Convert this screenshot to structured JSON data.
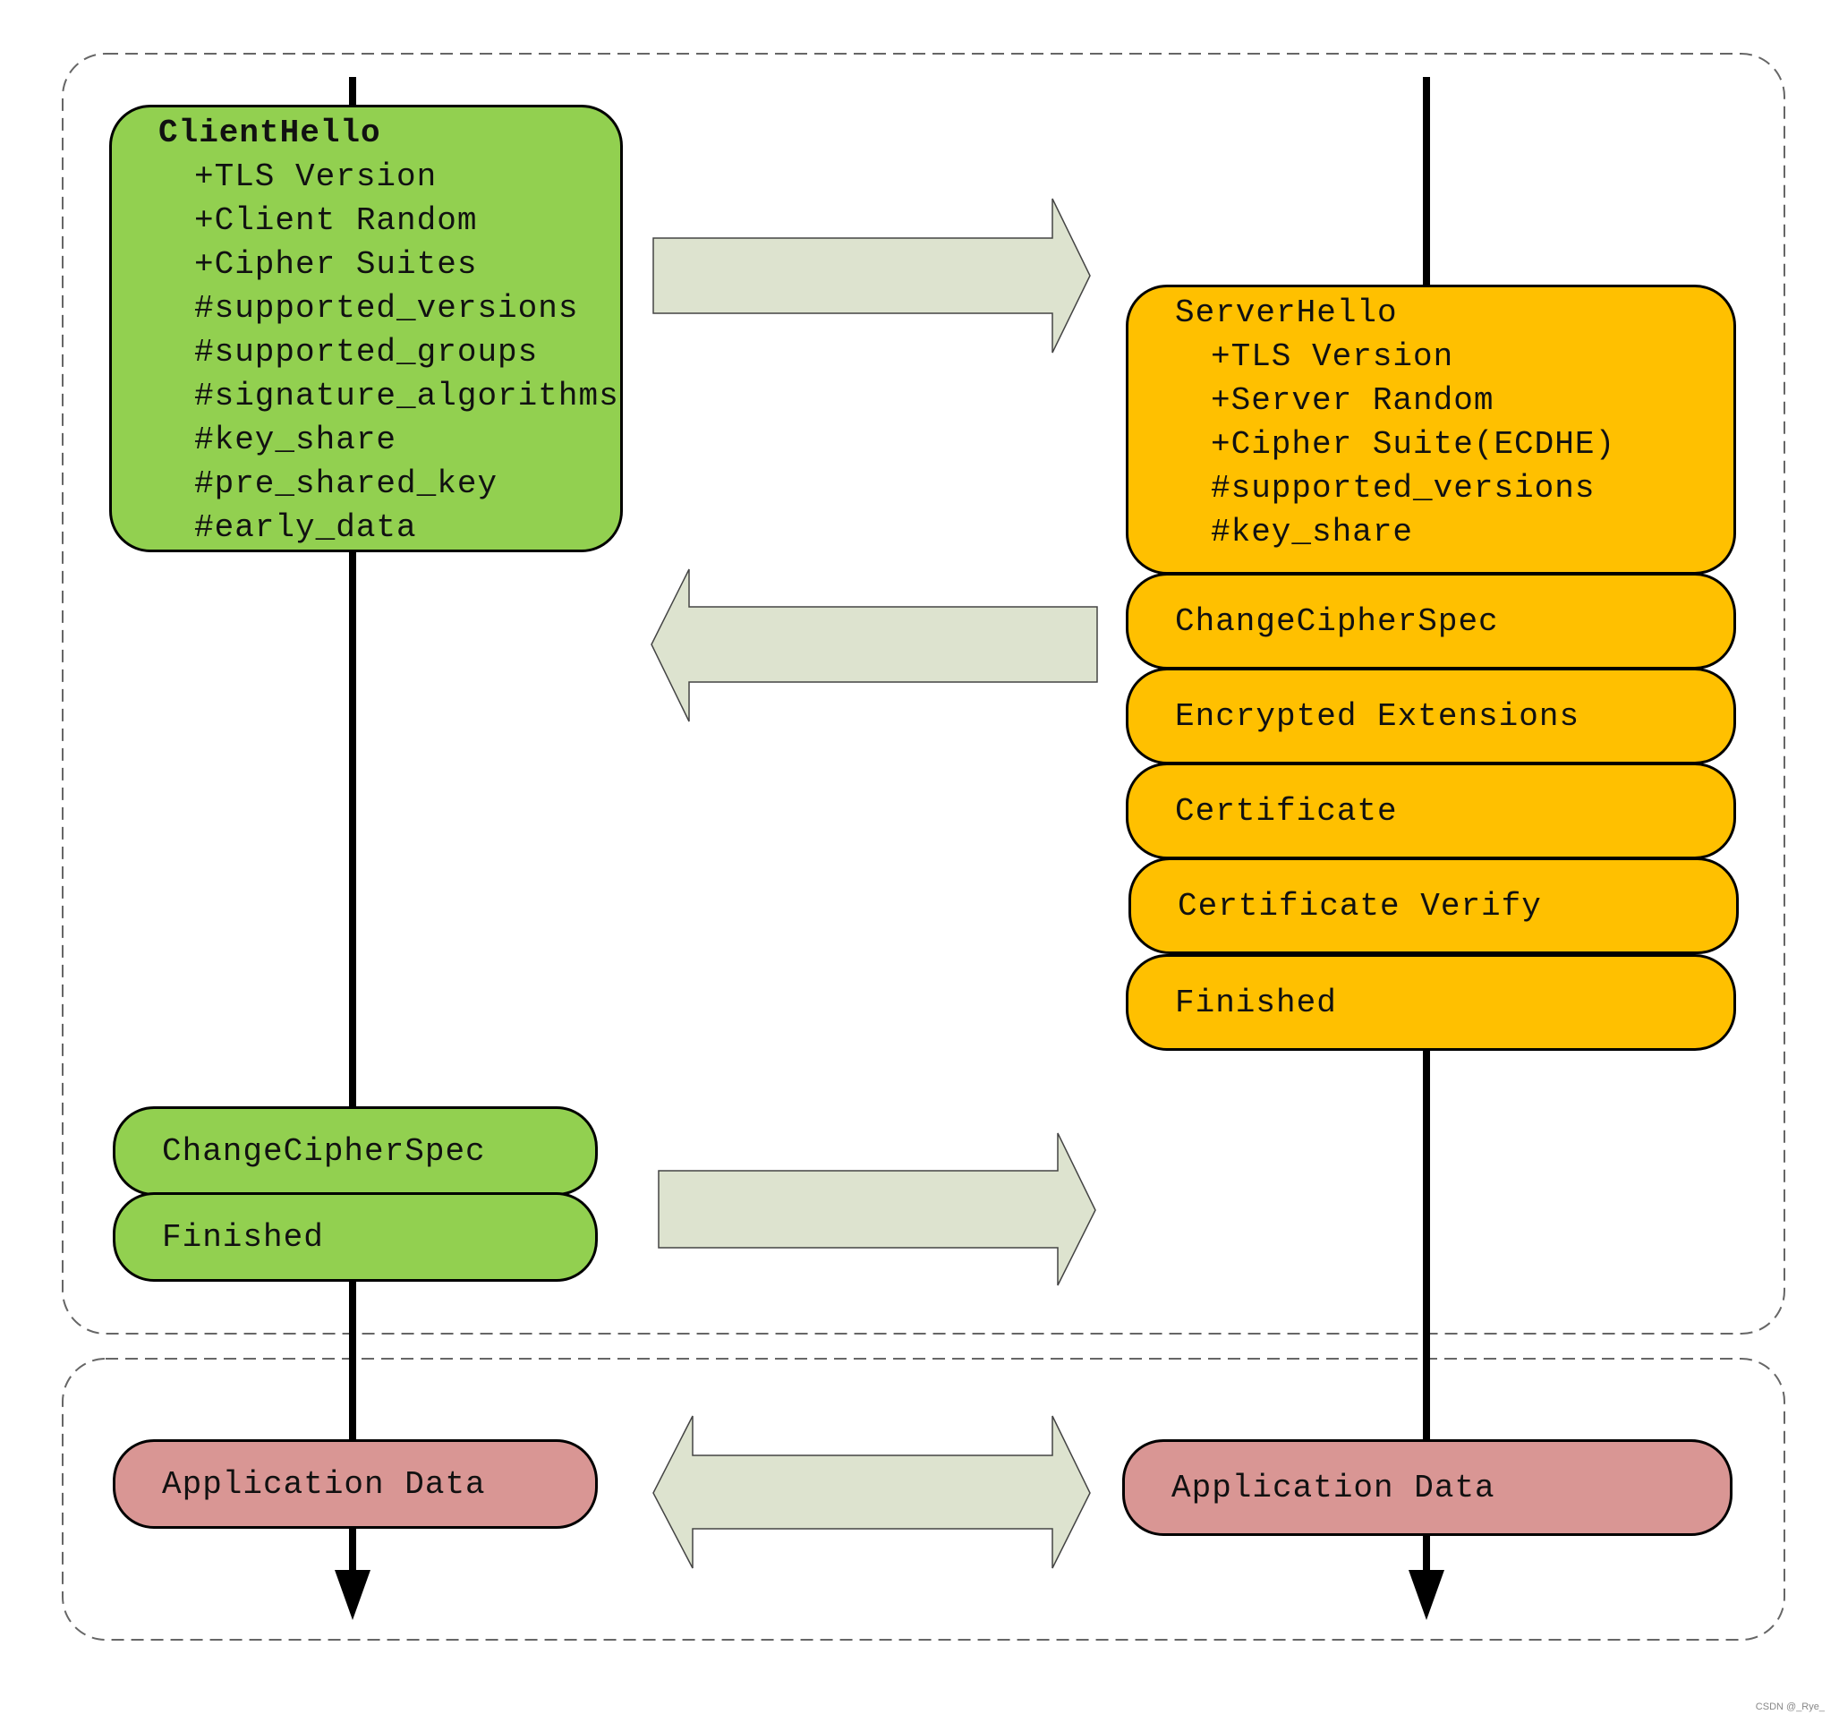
{
  "client_hello": {
    "title": "ClientHello",
    "items": [
      "+TLS Version",
      "+Client Random",
      "+Cipher Suites",
      "#supported_versions",
      "#supported_groups",
      "#signature_algorithms",
      "#key_share",
      "#pre_shared_key",
      "#early_data"
    ]
  },
  "server_hello": {
    "title": "ServerHello",
    "items": [
      "+TLS Version",
      "+Server Random",
      "+Cipher Suite(ECDHE)",
      "#supported_versions",
      "#key_share"
    ]
  },
  "server_messages": [
    "ChangeCipherSpec",
    "Encrypted Extensions",
    "Certificate",
    "Certificate Verify",
    "Finished"
  ],
  "client_messages": [
    "ChangeCipherSpec",
    "Finished"
  ],
  "application_data": {
    "client": "Application Data",
    "server": "Application Data"
  },
  "watermark": "CSDN @_Rye_",
  "colors": {
    "client": "#92d050",
    "server": "#ffc000",
    "app_data": "#d99694",
    "arrow_fill": "#dde3cf"
  }
}
